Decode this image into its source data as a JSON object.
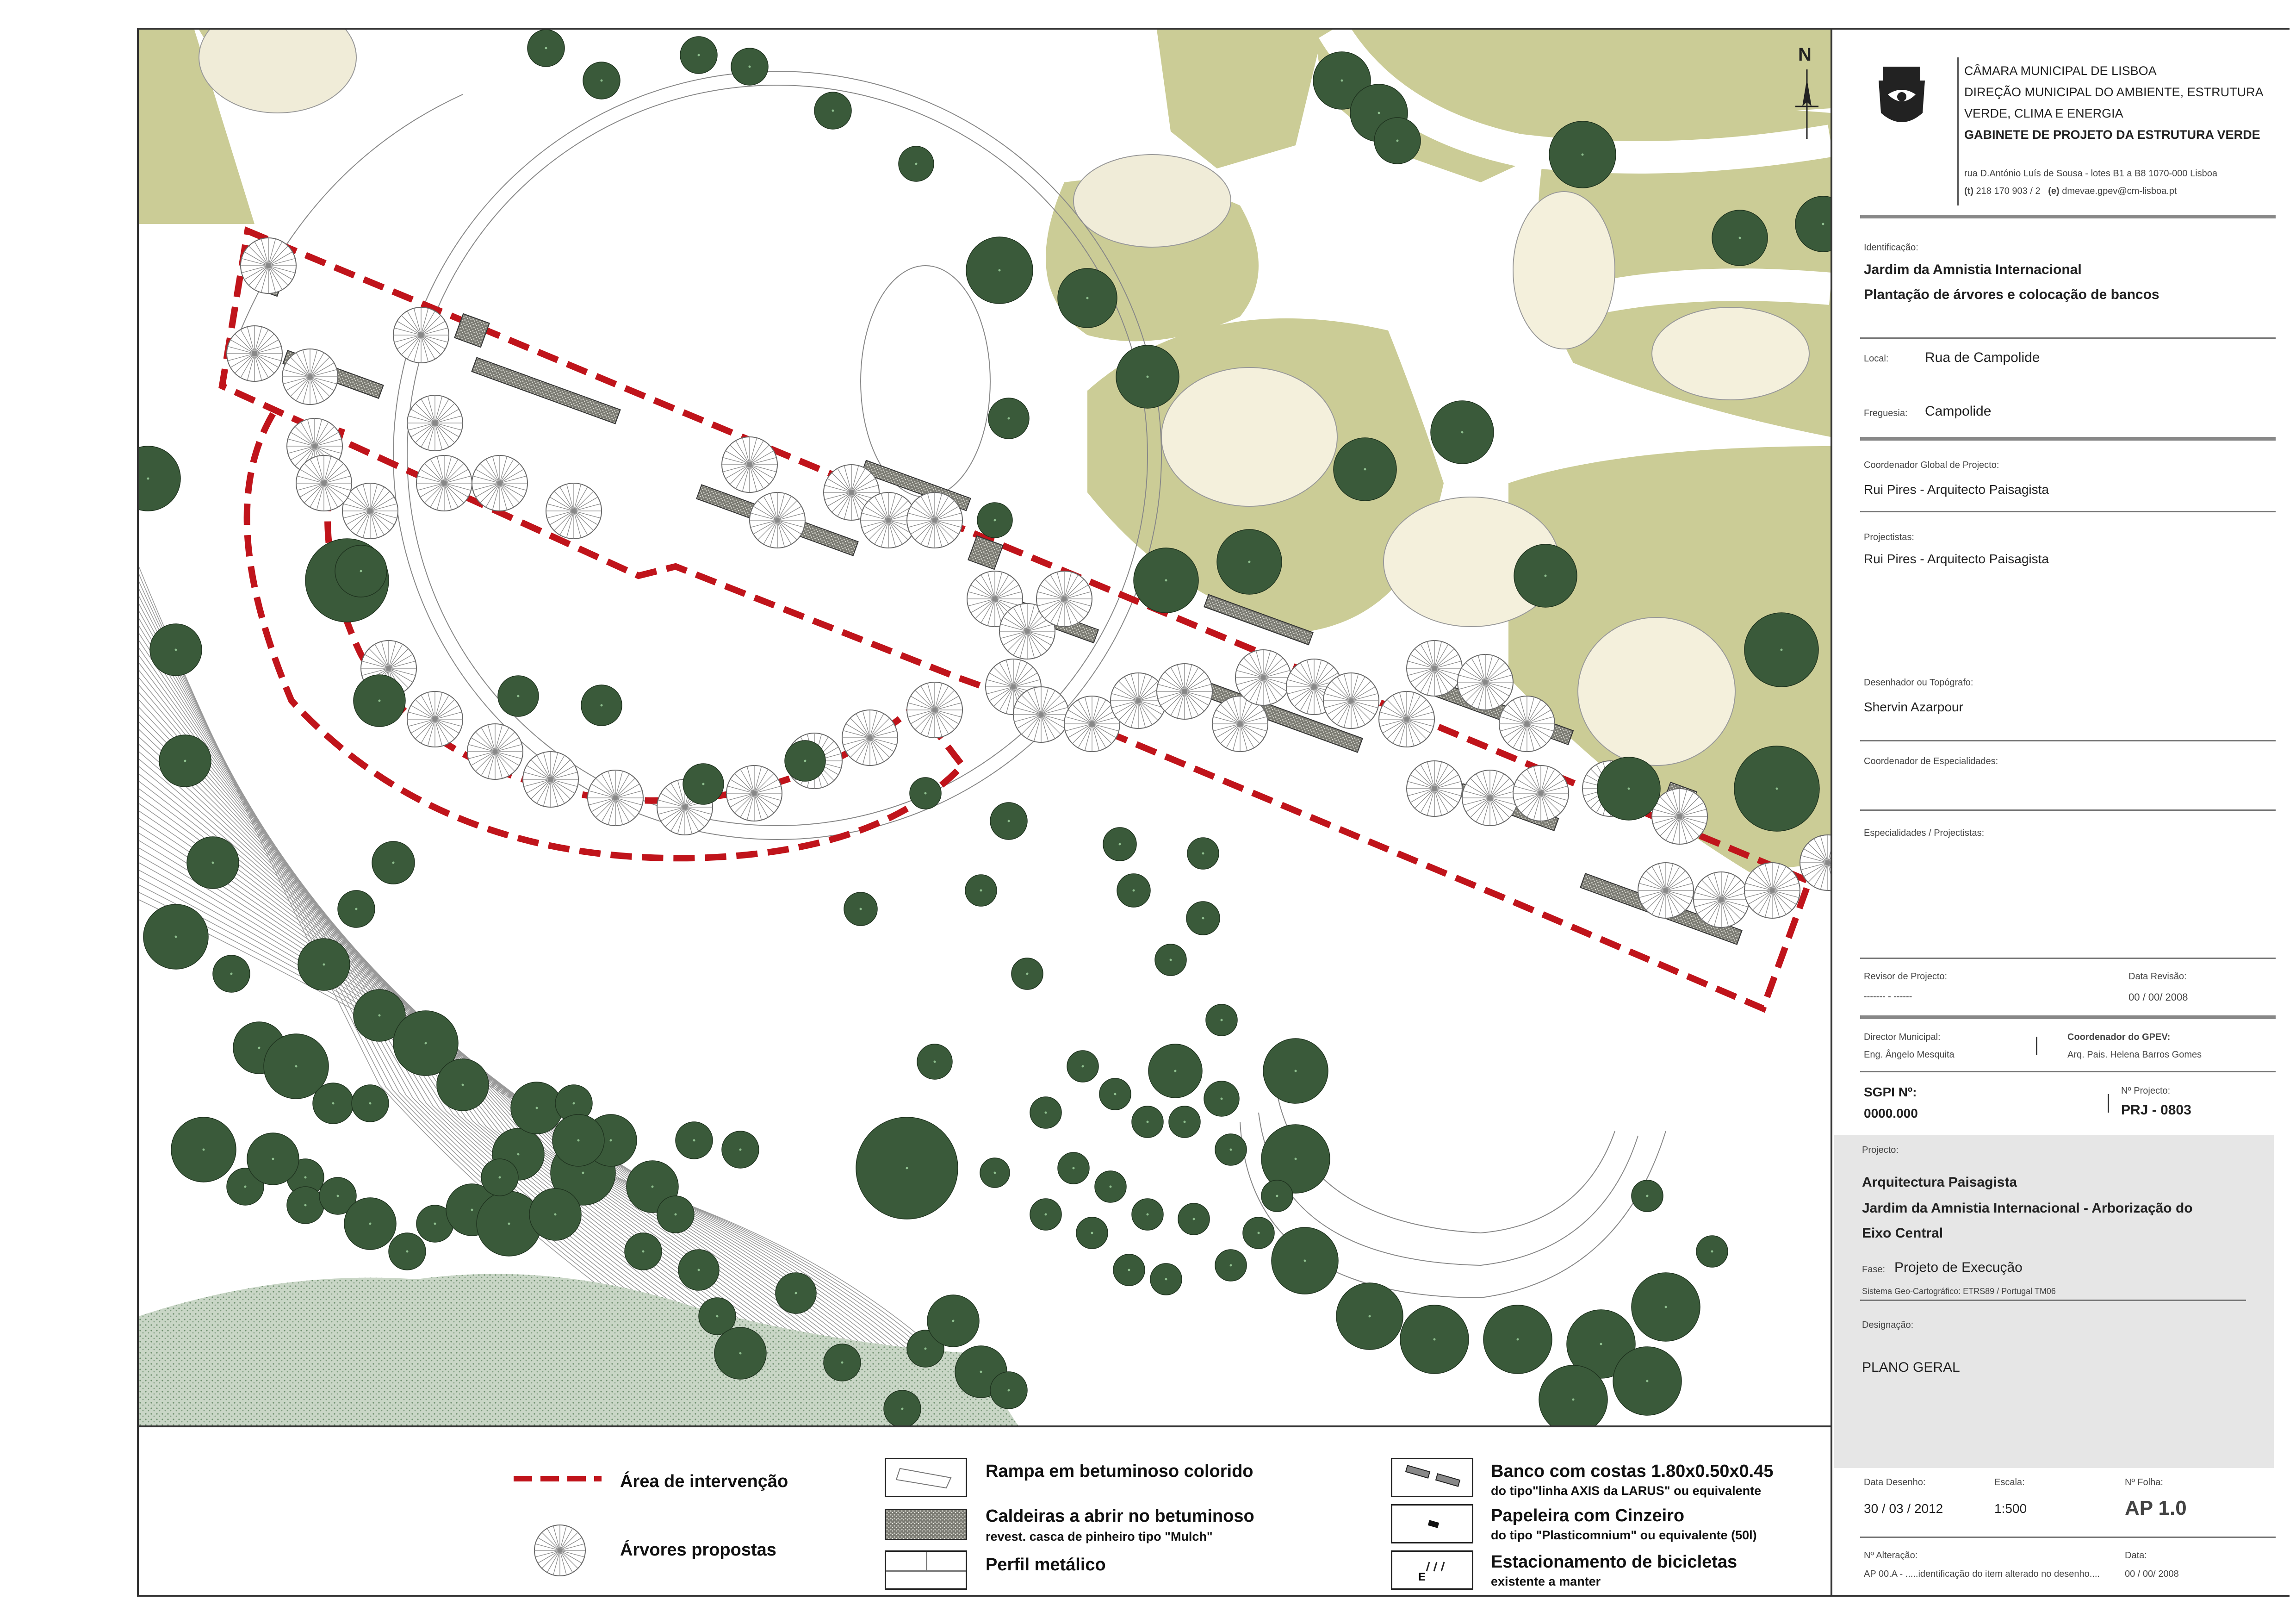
{
  "north": "N",
  "header": {
    "org_lines": [
      "CÂMARA MUNICIPAL DE LISBOA",
      "DIREÇÃO MUNICIPAL DO AMBIENTE, ESTRUTURA",
      "VERDE, CLIMA E ENERGIA"
    ],
    "dept": "GABINETE DE PROJETO DA ESTRUTURA VERDE",
    "address": "rua D.António Luís de Sousa - lotes B1 a B8  1070-000 Lisboa",
    "contact_t": "(t)",
    "phone": "218 170 903 / 2",
    "contact_e": "(e)",
    "email": "dmevae.gpev@cm-lisboa.pt"
  },
  "title_block": {
    "ident_label": "Identificação:",
    "ident_title": "Jardim da Amnistia Internacional",
    "ident_sub": "Plantação de árvores e colocação de bancos",
    "local_label": "Local:",
    "local_value": "Rua de Campolide",
    "freguesia_label": "Freguesia:",
    "freguesia_value": "Campolide",
    "coord_label": "Coordenador Global de Projecto:",
    "coord_value": "Rui Pires - Arquitecto Paisagista",
    "projectistas_label": "Projectistas:",
    "projectistas_value": "Rui Pires - Arquitecto Paisagista",
    "desenhador_label": "Desenhador ou Topógrafo:",
    "desenhador_value": "Shervin Azarpour",
    "coord_esp_label": "Coordenador de Especialidades:",
    "esp_label": "Especialidades / Projectistas:",
    "revisor_label": "Revisor de Projecto:",
    "revisor_value": "------- - ------",
    "data_revisao_label": "Data Revisão:",
    "data_revisao_value": "00 / 00/ 2008",
    "director_label": "Director Municipal:",
    "director_value": "Eng. Ângelo Mesquita",
    "coord_gpev_label": "Coordenador do GPEV:",
    "coord_gpev_value": "Arq. Pais. Helena Barros Gomes",
    "sgpi_label": "SGPI Nº:",
    "sgpi_value": "0000.000",
    "nproj_label": "Nº Projecto:",
    "nproj_value": "PRJ - 0803",
    "projecto_label": "Projecto:",
    "projecto_1": "Arquitectura Paisagista",
    "projecto_2": "Jardim da Amnistia Internacional - Arborização do",
    "projecto_3": "Eixo Central",
    "fase_label": "Fase:",
    "fase_value": "Projeto de Execução",
    "sistema": "Sistema Geo-Cartográfico: ETRS89 / Portugal TM06",
    "designacao_label": "Designação:",
    "designacao_value": "PLANO GERAL",
    "data_desenho_label": "Data Desenho:",
    "data_desenho_value": "30 / 03 / 2012",
    "escala_label": "Escala:",
    "escala_value": "1:500",
    "folha_label": "Nº Folha:",
    "folha_value": "AP 1.0",
    "alteracao_label": "Nº Alteração:",
    "alteracao_value": "AP 00.A - .....identificação do item alterado no desenho....",
    "data_label": "Data:",
    "data_value": "00 / 00/ 2008"
  },
  "legend": {
    "area": "Área de intervenção",
    "arvores": "Árvores propostas",
    "rampa": "Rampa em betuminoso colorido",
    "caldeiras": "Caldeiras a abrir no betuminoso",
    "caldeiras_sub": "revest. casca de pinheiro tipo \"Mulch\"",
    "perfil": "Perfil metálico",
    "banco": "Banco com costas 1.80x0.50x0.45",
    "banco_sub": "do tipo\"linha AXIS da LARUS\" ou equivalente",
    "papeleira": "Papeleira com Cinzeiro",
    "papeleira_sub": "do tipo \"Plasticomnium\" ou equivalente (50l)",
    "bicicletas": "Estacionamento de bicicletas",
    "bicicletas_sub": "existente a manter",
    "bike_glyph": "E"
  },
  "colors": {
    "lawn": "#cbcc96",
    "tree": "#3a5a3a",
    "intervention": "#c0141b",
    "paving": "#f0ecd8",
    "scrub": "#8aa88a"
  }
}
